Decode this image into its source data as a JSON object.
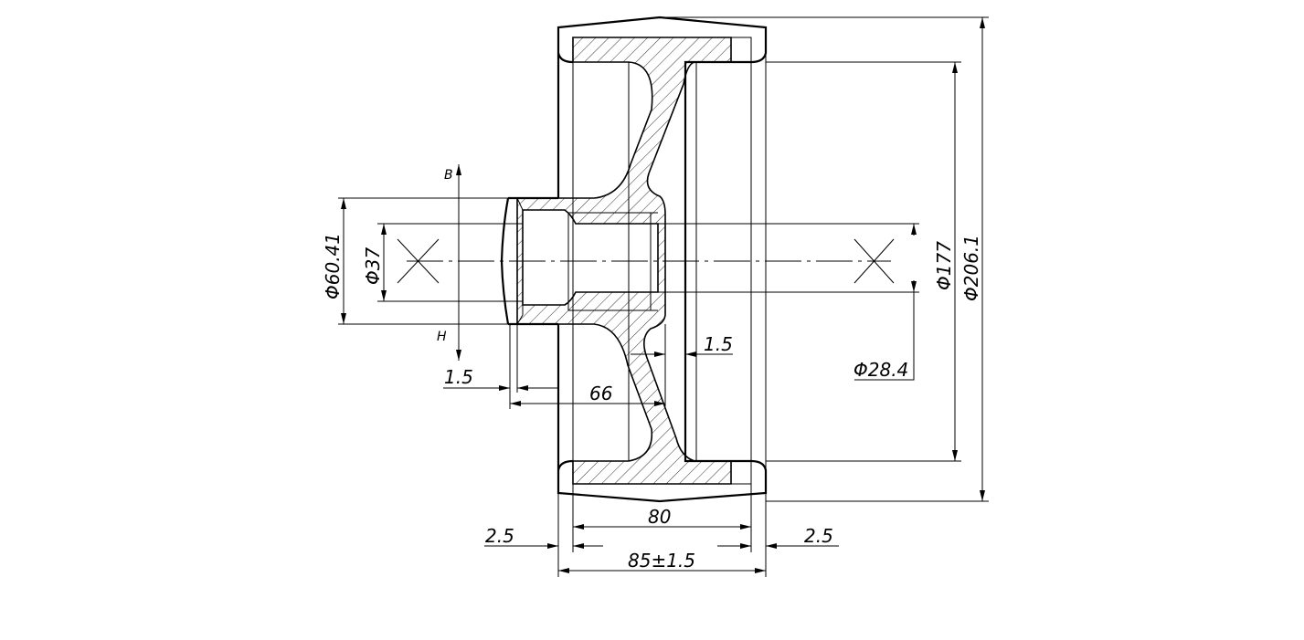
{
  "drawing": {
    "title": "Wheel cross-section technical drawing",
    "line_color": "#000000",
    "background": "#ffffff",
    "section_labels": {
      "top": "B",
      "bottom": "H"
    },
    "dimensions": {
      "outer_diameter": "Φ206.1",
      "rim_diameter": "Φ177",
      "bore_diameter": "Φ28.4",
      "hub_diameter": "Φ60.41",
      "counterbore_diameter": "Φ37",
      "hub_offset": "1.5",
      "hub_length": "66",
      "web_gap": "1.5",
      "rim_width": "80",
      "left_chamfer": "2.5",
      "right_chamfer": "2.5",
      "overall_width": "85±1.5"
    }
  }
}
